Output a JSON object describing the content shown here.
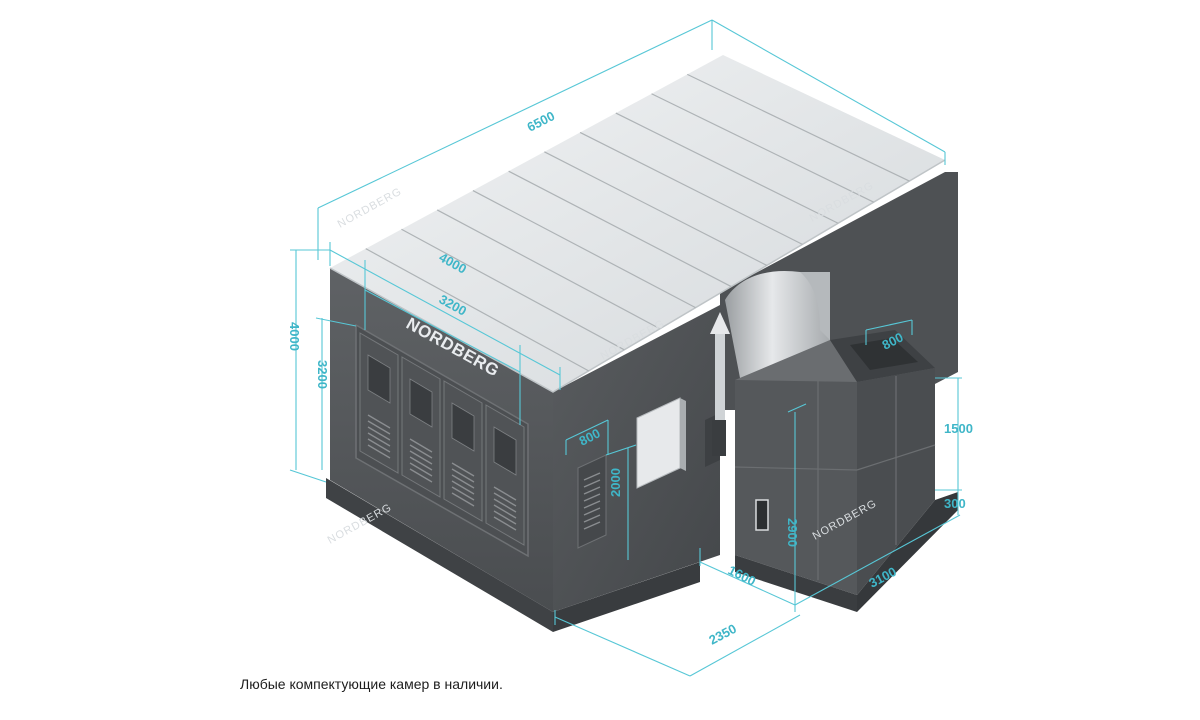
{
  "brand": {
    "logo_front": "NORDBERG",
    "logo_side": "NORDBERG",
    "watermarks": [
      "NORDBERG",
      "NORDBERG",
      "NORDBERG",
      "NORDBERG",
      "NORDBERG"
    ]
  },
  "dimensions": {
    "total_length": "6500",
    "width_outer": "4000",
    "width_inner": "3200",
    "height_outer": "4000",
    "height_inner": "3200",
    "side_door_width": "800",
    "side_door_height": "2000",
    "front_depth": "2350",
    "module_depth": "1600",
    "module_length": "3100",
    "module_height": "2900",
    "duct_width": "800",
    "stack_height": "1500",
    "base_height": "300"
  },
  "caption": "Любые компектующие камер в наличии.",
  "colors": {
    "dimension": "#57c7d6",
    "body_dark": "#54575a",
    "body_mid": "#66696c",
    "roof": "#e3e6e8",
    "background": "#ffffff"
  }
}
